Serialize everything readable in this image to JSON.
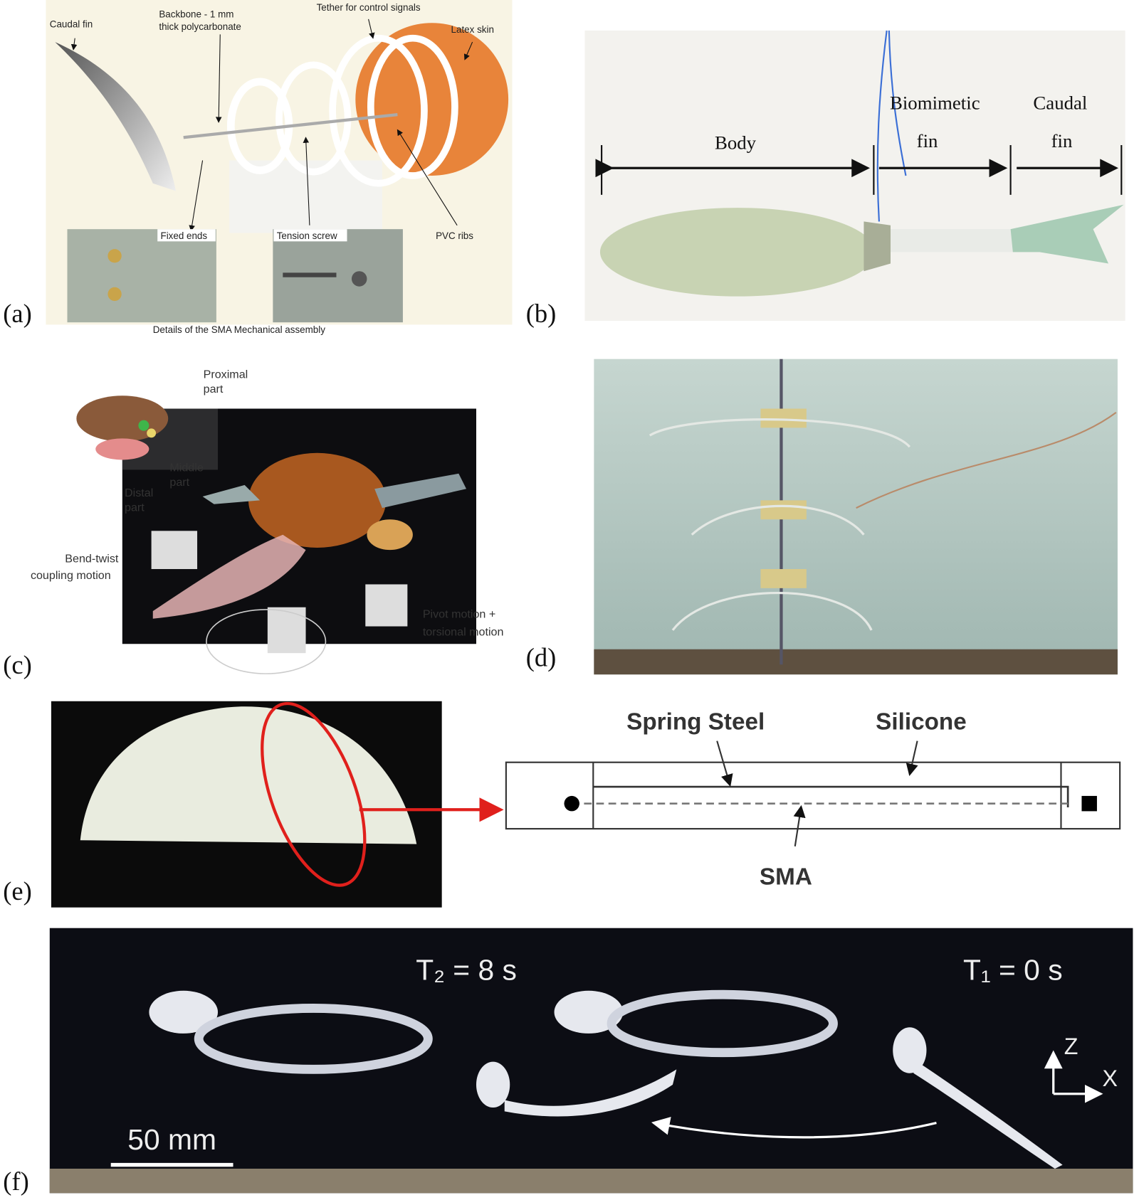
{
  "panels": {
    "a": {
      "label": "(a)",
      "annotations": {
        "caudal_fin": "Caudal fin",
        "backbone_1": "Backbone - 1 mm",
        "backbone_2": "thick polycarbonate",
        "tether": "Tether for control signals",
        "latex_skin": "Latex skin",
        "fixed_ends": "Fixed ends",
        "tension_screw": "Tension screw",
        "pvc_ribs": "PVC ribs",
        "caption": "Details of the SMA Mechanical assembly"
      }
    },
    "b": {
      "label": "(b)",
      "annotations": {
        "body": "Body",
        "biomimetic": "Biomimetic",
        "biomimetic_fin": "fin",
        "caudal": "Caudal",
        "caudal_fin": "fin"
      }
    },
    "c": {
      "label": "(c)",
      "annotations": {
        "proximal_1": "Proximal",
        "proximal_2": "part",
        "middle_1": "Middle",
        "middle_2": "part",
        "distal_1": "Distal",
        "distal_2": "part",
        "bend_1": "Bend-twist",
        "bend_2": "coupling motion",
        "pivot_1": "Pivot motion +",
        "pivot_2": "torsional motion"
      }
    },
    "d": {
      "label": "(d)"
    },
    "e": {
      "label": "(e)",
      "annotations": {
        "spring_steel": "Spring Steel",
        "silicone": "Silicone",
        "sma": "SMA"
      }
    },
    "f": {
      "label": "(f)",
      "annotations": {
        "t2": "T₂ = 8 s",
        "t1": "T₁ = 0 s",
        "scale": "50 mm",
        "axis_z": "Z",
        "axis_x": "X"
      }
    }
  },
  "colors": {
    "highlight_red": "#e0201c",
    "latex_orange": "#e8843a",
    "tether_blue": "#3b6fd6"
  }
}
